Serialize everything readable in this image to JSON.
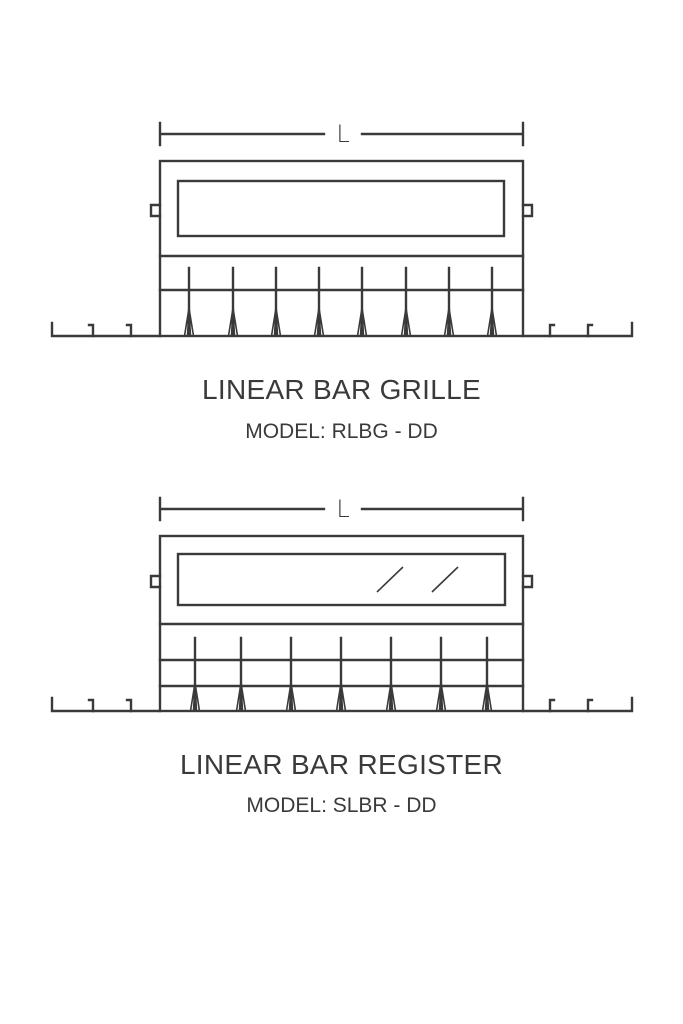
{
  "diagrams": [
    {
      "dimension_label": "L",
      "title": "LINEAR BAR GRILLE",
      "model": "MODEL: RLBG - DD",
      "bar_count": 8,
      "damper": false
    },
    {
      "dimension_label": "L",
      "title": "LINEAR BAR REGISTER",
      "model": "MODEL: SLBR - DD",
      "bar_count": 7,
      "damper": true
    }
  ],
  "colors": {
    "line": "#3a3a3a",
    "background": "#ffffff"
  }
}
